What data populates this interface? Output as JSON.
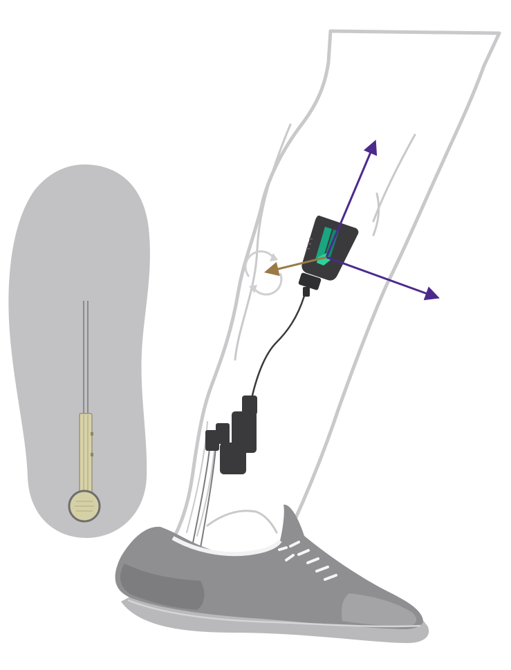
{
  "figure": {
    "components": [
      {
        "name": "insole",
        "kind": "shoe-insole"
      },
      {
        "name": "force-sensor",
        "kind": "force-sensing-resistor"
      },
      {
        "name": "leg",
        "kind": "lower-leg-outline"
      },
      {
        "name": "imu-sensor",
        "kind": "wearable-inertial-sensor"
      },
      {
        "name": "connector",
        "kind": "cable-connector"
      },
      {
        "name": "shoe",
        "kind": "running-shoe"
      }
    ],
    "axes": [
      {
        "name": "axis-up",
        "color": "#4b2a8c"
      },
      {
        "name": "axis-right",
        "color": "#4b2a8c"
      },
      {
        "name": "axis-left",
        "color": "#9a7a45"
      }
    ],
    "rotation_indicator": "rotation-arrows-icon",
    "colors": {
      "insole": "#c2c2c4",
      "leg_outline": "#c9c9cb",
      "device": "#3a3a3c",
      "device_accent": "#1aa680",
      "shoe": "#8f8f92",
      "shoe_sole": "#b9b9bb"
    }
  }
}
